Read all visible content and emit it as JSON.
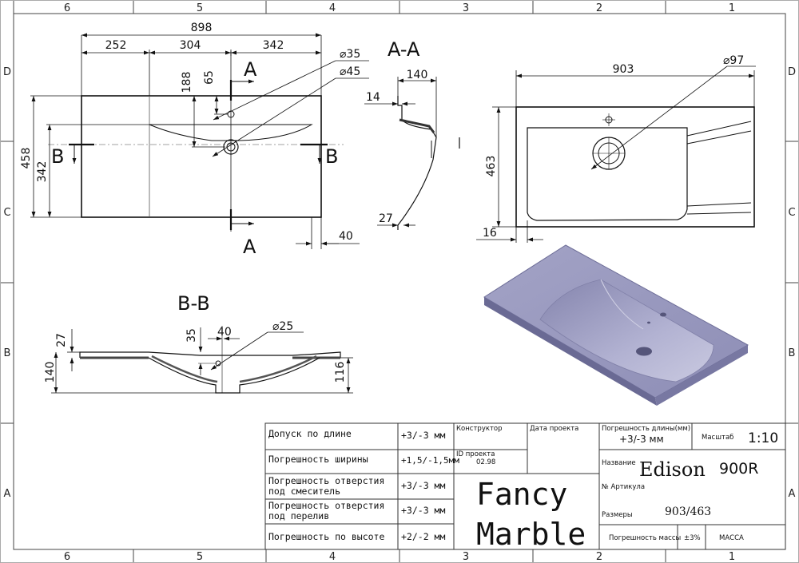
{
  "dimensions": {
    "top_overall": "898",
    "top_seg1": "252",
    "top_seg2": "304",
    "top_seg3": "342",
    "v188": "188",
    "v65": "65",
    "d35": "⌀35",
    "d45": "⌀45",
    "h458": "458",
    "h342": "342",
    "w40": "40",
    "aa_140": "140",
    "aa_14": "14",
    "aa_27": "27",
    "r_903": "903",
    "r_d97": "⌀97",
    "r_463": "463",
    "r_16": "16",
    "bb_35": "35",
    "bb_40": "40",
    "bb_d25": "⌀25",
    "bb_27": "27",
    "bb_140": "140",
    "bb_116": "116"
  },
  "section_labels": {
    "a": "A",
    "b": "B",
    "aa_title": "A-A",
    "bb_title": "B-B"
  },
  "zones": {
    "cols": [
      "6",
      "5",
      "4",
      "3",
      "2",
      "1"
    ],
    "rows": [
      "D",
      "C",
      "B",
      "A"
    ]
  },
  "title_block": {
    "rows": [
      {
        "label": "Допуск по длине",
        "value": "+3/-3 мм"
      },
      {
        "label": "Погрешность ширины",
        "value": "+1,5/-1,5мм"
      },
      {
        "label1": "Погрешность отверстия",
        "label2": "под смеситель",
        "value": "+3/-3 мм"
      },
      {
        "label1": "Погрешность отверстия",
        "label2": "под перелив",
        "value": "+3/-3 мм"
      },
      {
        "label": "Погрешность по высоте",
        "value": "+2/-2 мм"
      }
    ],
    "designer_label": "Конструктор",
    "date_label": "Дата проекта",
    "project_id_label": "ID проекта",
    "project_id": "02.98",
    "brand_line1": "Fancy",
    "brand_line2": "Marble",
    "length_error_label": "Погрешность длины(мм)",
    "length_error_value": "+3/-3 мм",
    "scale_label": "Масштаб",
    "scale_value": "1:10",
    "name_label": "Название",
    "name_value": "Edison",
    "name_model": "900R",
    "article_label": "№ Артикула",
    "size_label": "Размеры",
    "size_value": "903/463",
    "mass_error_label": "Погрешность массы",
    "mass_error_value": "±3%",
    "mass_label": "МАССА"
  }
}
